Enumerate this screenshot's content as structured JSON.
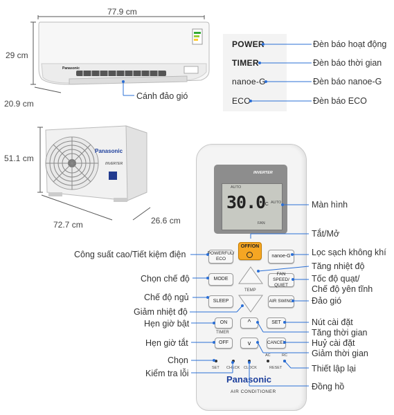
{
  "dimensions": {
    "indoor_width": "77.9 cm",
    "indoor_height": "29 cm",
    "indoor_depth": "20.9 cm",
    "outdoor_height": "51.1 cm",
    "outdoor_width": "72.7 cm",
    "outdoor_depth": "26.6 cm"
  },
  "indoor_unit": {
    "brand": "Panasonic",
    "swing_label": "Cánh đảo gió"
  },
  "indicators": [
    {
      "name": "POWER",
      "desc": "Đèn báo hoạt động"
    },
    {
      "name": "TIMER",
      "desc": "Đèn báo thời gian"
    },
    {
      "name": "nanoe-G",
      "desc": "Đèn báo nanoe-G"
    },
    {
      "name": "ECO",
      "desc": "Đèn báo ECO"
    }
  ],
  "outdoor_unit": {
    "brand": "Panasonic",
    "badge": "INVERTER"
  },
  "remote": {
    "inverter": "INVERTER",
    "auto": "AUTO",
    "temp": "30.0",
    "unit": "°C",
    "auto_small": "AUTO",
    "fan_small": "FAN",
    "btn_off_on": "OFF/ON",
    "btn_powerful": "POWERFUL/ ECO",
    "btn_nanoe": "nanoe-G",
    "btn_mode": "MODE",
    "btn_fan": "FAN SPEED/ QUIET",
    "temp_label": "TEMP",
    "btn_sleep": "SLEEP",
    "btn_swing": "AIR SWING",
    "btn_on": "ON",
    "btn_set": "SET",
    "timer_label": "TIMER",
    "btn_off": "OFF",
    "btn_cancel": "CANCEL",
    "ac": "AC",
    "rc": "RC",
    "set_small": "SET",
    "check_small": "CHECK",
    "clock_small": "CLOCK",
    "reset_small": "RESET",
    "brand": "Panasonic",
    "subtitle": "AIR CONDITIONER"
  },
  "left_labels": {
    "cong_suat": "Công suất cao/Tiết kiệm điện",
    "che_do": "Chọn chế độ",
    "ngu": "Chế độ ngủ",
    "giam_nhiet": "Giảm nhiệt độ",
    "hen_bat": "Hẹn giờ bật",
    "hen_tat": "Hẹn giờ tắt",
    "chon": "Chọn",
    "kiem_tra": "Kiểm tra lỗi"
  },
  "right_labels": {
    "man_hinh": "Màn hình",
    "tat_mo": "Tắt/Mở",
    "loc": "Lọc sạch không khí",
    "tang_nhiet": "Tăng nhiệt độ",
    "toc_do": "Tốc độ quạt/",
    "yen_tinh": "Chế độ yên tĩnh",
    "dao_gio": "Đảo gió",
    "nut_cai": "Nút cài đặt",
    "tang_tg": "Tăng thời gian",
    "huy": "Huỷ cài đặt",
    "giam_tg": "Giảm thời gian",
    "thiet_lap": "Thiết lập lại",
    "dong_ho": "Đồng hồ"
  }
}
